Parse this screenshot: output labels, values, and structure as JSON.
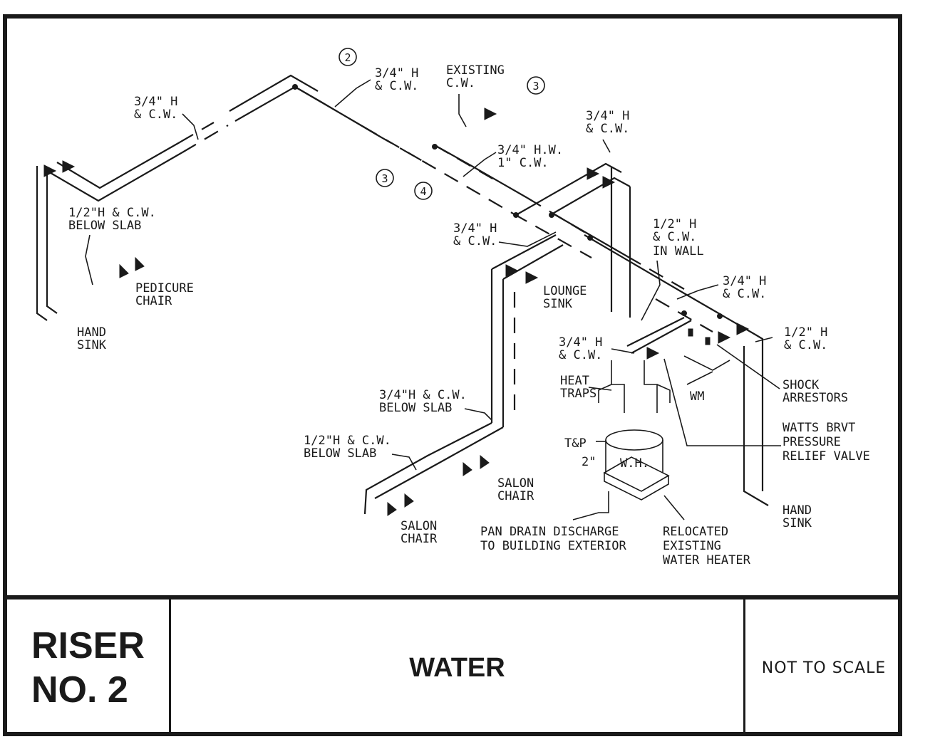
{
  "title_block": {
    "riser_line1": "RISER",
    "riser_line2": "NO. 2",
    "title": "WATER",
    "scale": "NOT TO SCALE"
  },
  "callouts": {
    "c2": "2",
    "c3a": "3",
    "c3b": "3",
    "c4": "4"
  },
  "labels": {
    "pipe_left_top": [
      "3/4\" H",
      "& C.W."
    ],
    "pipe_top_mid": [
      "3/4\" H",
      "& C.W."
    ],
    "existing_cw": [
      "EXISTING",
      "C.W."
    ],
    "pipe_hw_cw": [
      "3/4\" H.W.",
      "1\" C.W."
    ],
    "pipe_right_top": [
      "3/4\" H",
      "& C.W."
    ],
    "below_slab_left": [
      "1/2\"H & C.W.",
      "BELOW SLAB"
    ],
    "pedicure_chair": [
      "PEDICURE",
      "CHAIR"
    ],
    "hand_sink_left": [
      "HAND",
      "SINK"
    ],
    "pipe_mid": [
      "3/4\" H",
      "& C.W."
    ],
    "in_wall": [
      "1/2\" H",
      "& C.W.",
      "IN WALL"
    ],
    "lounge_sink": [
      "LOUNGE",
      "SINK"
    ],
    "pipe_right_mid": [
      "3/4\" H",
      "& C.W."
    ],
    "pipe_half_right": [
      "1/2\" H",
      "& C.W."
    ],
    "pipe_wh": [
      "3/4\" H",
      "& C.W."
    ],
    "heat_traps": [
      "HEAT",
      "TRAPS"
    ],
    "wm": [
      "WM"
    ],
    "shock_arrestors": [
      "SHOCK",
      "ARRESTORS"
    ],
    "watts": [
      "WATTS BRVT",
      "PRESSURE",
      "RELIEF VALVE"
    ],
    "below_slab_mid": [
      "3/4\"H & C.W.",
      "BELOW SLAB"
    ],
    "below_slab_low": [
      "1/2\"H & C.W.",
      "BELOW SLAB"
    ],
    "tp": [
      "T&P"
    ],
    "two_inch": [
      "2\""
    ],
    "wh": [
      "W.H."
    ],
    "salon_chair_upper": [
      "SALON",
      "CHAIR"
    ],
    "salon_chair_lower": [
      "SALON",
      "CHAIR"
    ],
    "hand_sink_right": [
      "HAND",
      "SINK"
    ],
    "pan_drain": [
      "PAN DRAIN DISCHARGE",
      "TO BUILDING EXTERIOR"
    ],
    "relocated": [
      "RELOCATED",
      "EXISTING",
      "WATER HEATER"
    ]
  }
}
